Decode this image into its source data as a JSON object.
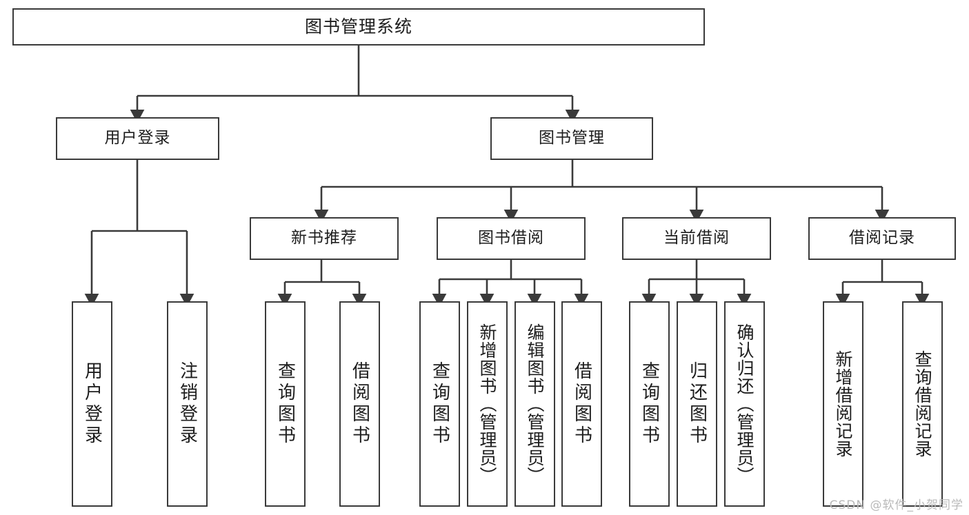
{
  "diagram": {
    "title": "图书管理系统",
    "type": "tree-hierarchy-diagram",
    "watermark": "CSDN @软件_小贺同学",
    "colors": {
      "box_border": "#3a3a3a",
      "box_fill": "#ffffff",
      "connector": "#3a3a3a",
      "text": "#1d1d1d",
      "watermark": "#b9b9b9",
      "background": "#ffffff"
    },
    "root": {
      "label": "图书管理系统"
    },
    "level2": [
      {
        "label": "用户登录"
      },
      {
        "label": "图书管理"
      }
    ],
    "level3": [
      {
        "label": "新书推荐"
      },
      {
        "label": "图书借阅"
      },
      {
        "label": "当前借阅"
      },
      {
        "label": "借阅记录"
      }
    ],
    "leaves": [
      {
        "label": "用户登录",
        "parent": "用户登录"
      },
      {
        "label": "注销登录",
        "parent": "用户登录"
      },
      {
        "label": "查询图书",
        "parent": "新书推荐"
      },
      {
        "label": "借阅图书",
        "parent": "新书推荐"
      },
      {
        "label": "查询图书",
        "parent": "图书借阅"
      },
      {
        "label": "新增图书（管理员）",
        "parent": "图书借阅"
      },
      {
        "label": "编辑图书（管理员）",
        "parent": "图书借阅"
      },
      {
        "label": "借阅图书",
        "parent": "图书借阅"
      },
      {
        "label": "查询图书",
        "parent": "当前借阅"
      },
      {
        "label": "归还图书",
        "parent": "当前借阅"
      },
      {
        "label": "确认归还（管理员）",
        "parent": "当前借阅"
      },
      {
        "label": "新增借阅记录",
        "parent": "借阅记录"
      },
      {
        "label": "查询借阅记录",
        "parent": "借阅记录"
      }
    ]
  }
}
